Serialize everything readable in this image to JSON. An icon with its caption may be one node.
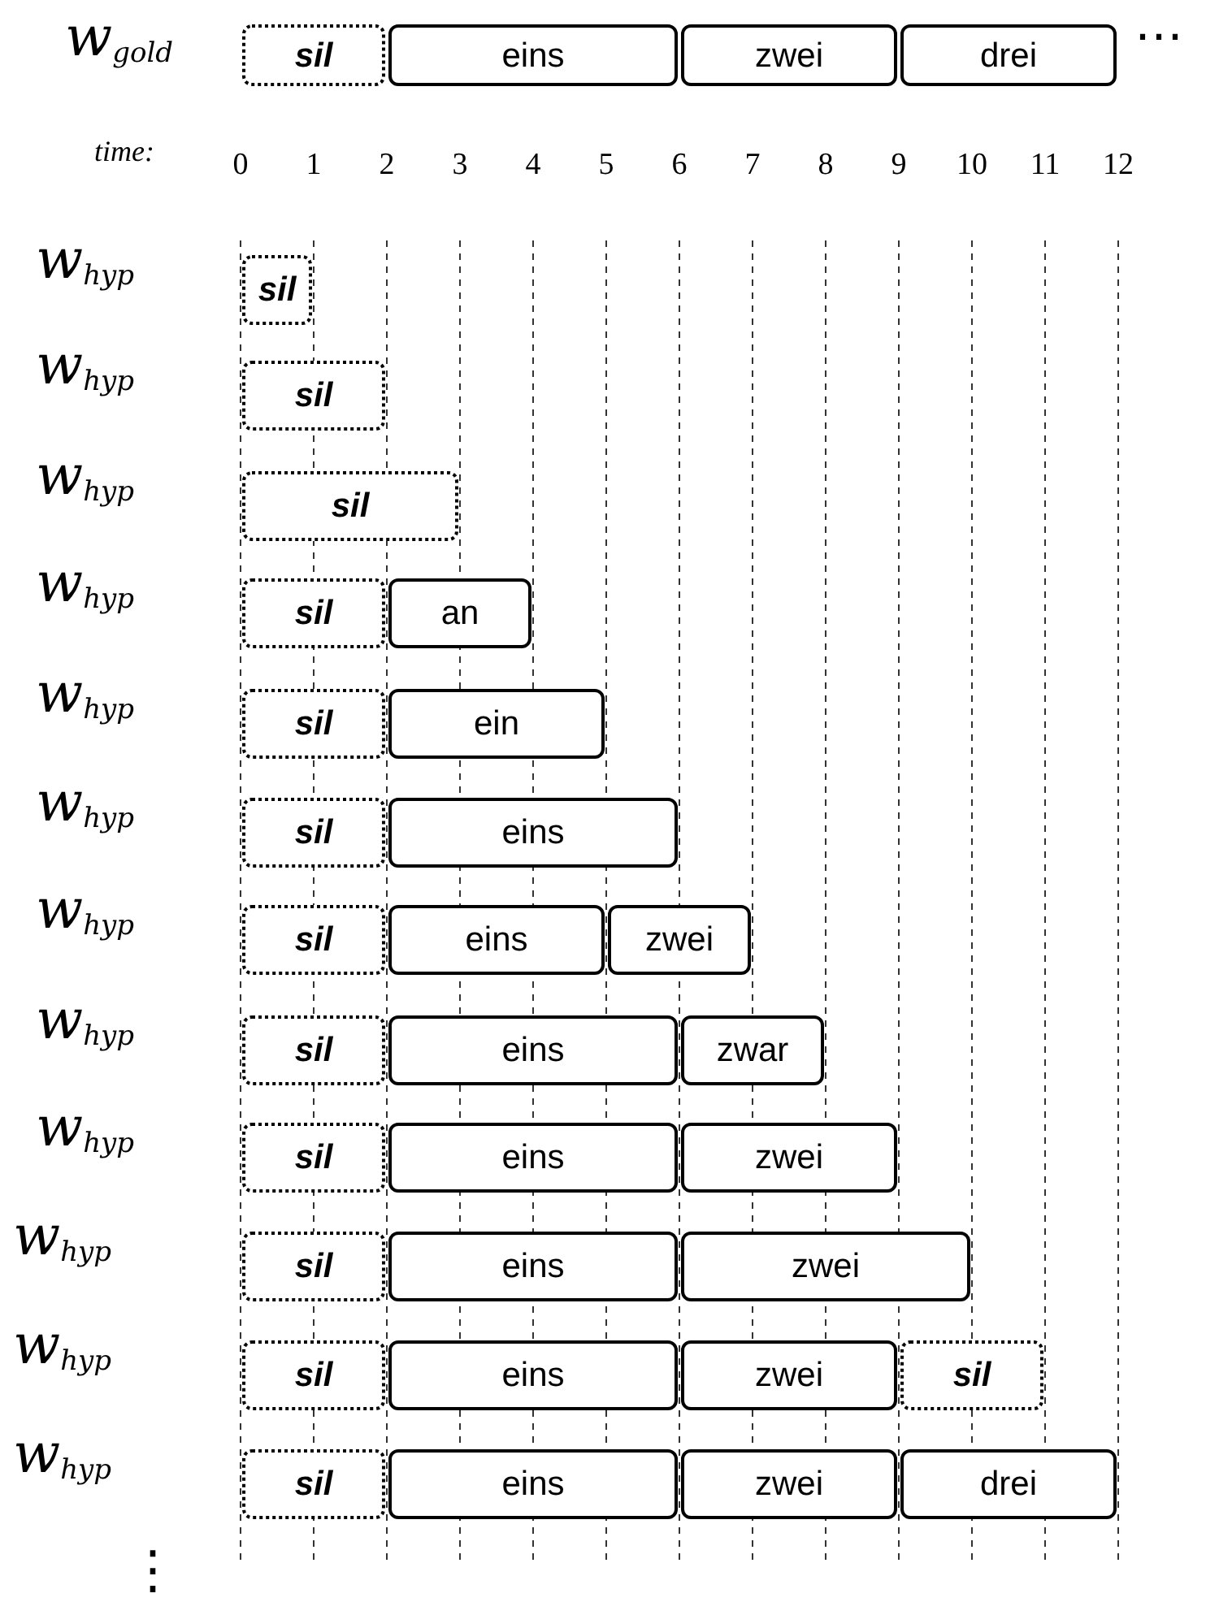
{
  "diagram": {
    "nodes": [
      {
        "text": [
          "sil"
        ]
      },
      {
        "text": [
          "eins"
        ]
      },
      {
        "text": [
          "zwei"
        ]
      },
      {
        "text": [
          "drei"
        ]
      },
      {
        "text": [
          "sil"
        ]
      },
      {
        "text": [
          "sil"
        ]
      },
      {
        "text": [
          "sil"
        ]
      },
      {
        "text": [
          "sil"
        ]
      },
      {
        "text": [
          "an"
        ]
      },
      {
        "text": [
          "sil"
        ]
      },
      {
        "text": [
          "ein"
        ]
      },
      {
        "text": [
          "sil"
        ]
      },
      {
        "text": [
          "eins"
        ]
      },
      {
        "text": [
          "sil"
        ]
      },
      {
        "text": [
          "eins"
        ]
      },
      {
        "text": [
          "zwei"
        ]
      },
      {
        "text": [
          "sil"
        ]
      },
      {
        "text": [
          "eins"
        ]
      },
      {
        "text": [
          "zwar"
        ]
      },
      {
        "text": [
          "sil"
        ]
      },
      {
        "text": [
          "eins"
        ]
      },
      {
        "text": [
          "zwei"
        ]
      },
      {
        "text": [
          "sil"
        ]
      },
      {
        "text": [
          "eins"
        ]
      },
      {
        "text": [
          "zwei"
        ]
      },
      {
        "text": [
          "sil"
        ]
      },
      {
        "text": [
          "eins"
        ]
      },
      {
        "text": [
          "zwei"
        ]
      },
      {
        "text": [
          "sil"
        ]
      },
      {
        "text": [
          "sil"
        ]
      },
      {
        "text": [
          "eins"
        ]
      },
      {
        "text": [
          "zwei"
        ]
      },
      {
        "text": [
          "drei"
        ]
      }
    ],
    "labels": [
      "w$_{gold}$",
      "⋯",
      "time:",
      "0",
      "1",
      "2",
      "3",
      "4",
      "5",
      "6",
      "7",
      "8",
      "9",
      "10",
      "11",
      "12",
      "w$_{hyp}$",
      "w$_{hyp}$",
      "w$_{hyp}$",
      "w$_{hyp}$",
      "w$_{hyp}$",
      "w$_{hyp}$",
      "w$_{hyp}$",
      "w$_{hyp}$",
      "w$_{hyp}$",
      "w$_{hyp}$",
      "w$_{hyp}$",
      "w$_{hyp}$",
      "⋮"
    ]
  }
}
